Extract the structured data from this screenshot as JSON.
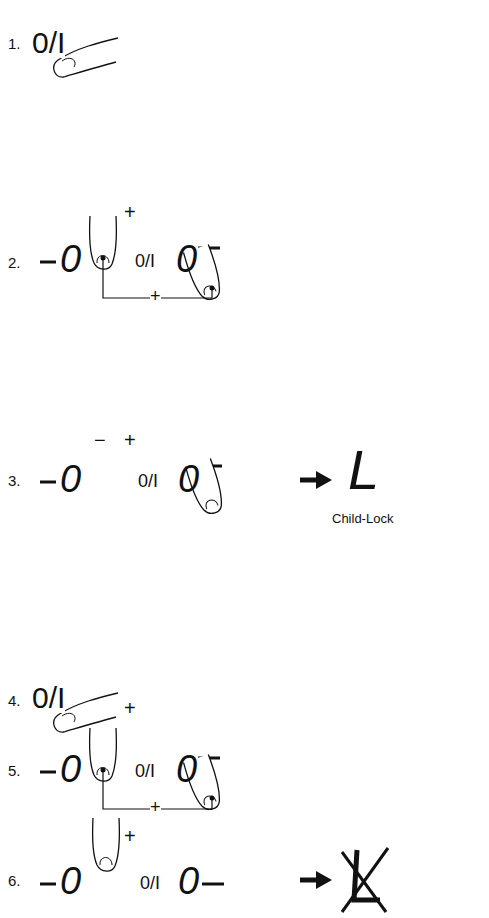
{
  "diagram": {
    "labels": [
      "1.",
      "0/I",
      "2.",
      "0",
      "+",
      "0/I",
      "0",
      "+",
      "3.",
      "−",
      "+",
      "0",
      "0/I",
      "0",
      "L",
      "Child-Lock",
      "4.",
      "0/I",
      "5.",
      "0",
      "+",
      "0/I",
      "0",
      "+",
      "6.",
      "0",
      "+",
      "0/I",
      "0"
    ]
  }
}
